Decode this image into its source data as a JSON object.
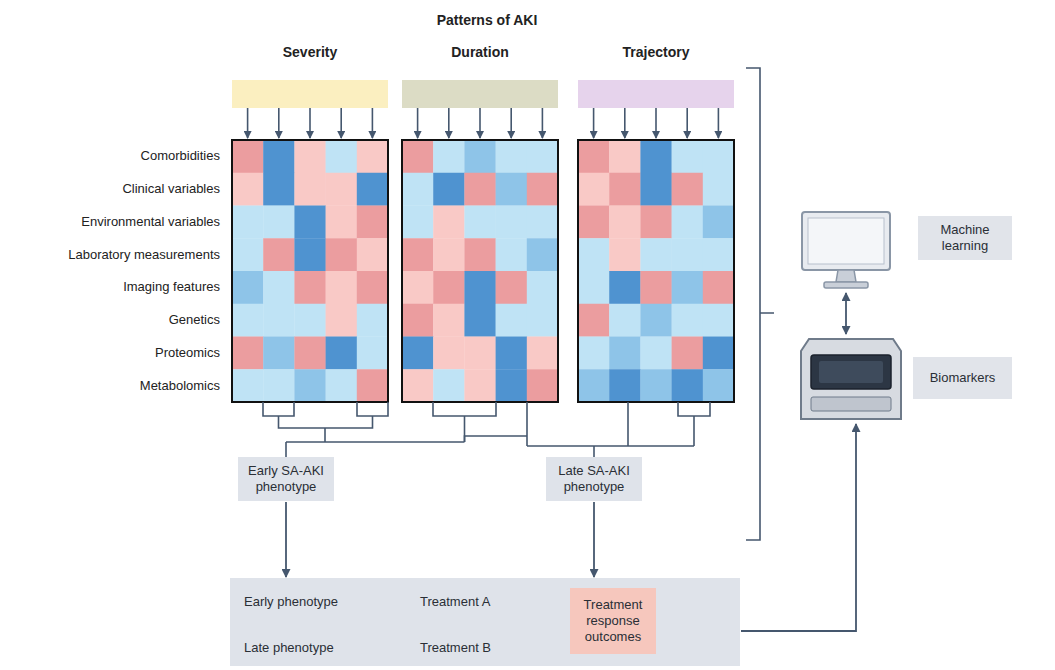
{
  "diagram": {
    "title": "Patterns of AKI",
    "nodes": [
      {
        "text": [
          "Early SA-AKI phenotype"
        ]
      },
      {
        "text": [
          "Late SA-AKI phenotype"
        ]
      },
      {
        "text": []
      },
      {
        "text": [
          "Early phenotype"
        ],
        "in": 2
      },
      {
        "text": [
          "Treatment A"
        ],
        "in": 2
      },
      {
        "text": [
          "Treatment response outcomes"
        ],
        "in": 2
      },
      {
        "text": [
          "Late phenotype"
        ],
        "in": 2
      },
      {
        "text": [
          "Treatment B"
        ],
        "in": 2
      },
      {
        "text": [
          "Machine learning"
        ]
      },
      {
        "text": [
          "Biomarkers"
        ]
      }
    ],
    "edges": [
      {
        "from": 0,
        "to": 2,
        "arrow": "to"
      },
      {
        "from": 1,
        "to": 2,
        "arrow": "to"
      },
      {
        "from": 3,
        "to": 4,
        "arrow": "to"
      },
      {
        "from": 4,
        "to": 5,
        "arrow": "to"
      },
      {
        "from": 6,
        "to": 7,
        "arrow": "to"
      },
      {
        "from": 7,
        "to": 5,
        "arrow": "to"
      },
      {
        "from": 8,
        "to": 9,
        "arrow": "both"
      },
      {
        "from": 2,
        "to": 9,
        "arrow": "to"
      }
    ],
    "labels": [
      "Severity",
      "Duration",
      "Trajectory",
      "Comorbidities",
      "Clinical variables",
      "Environmental variables",
      "Laboratory measurements",
      "Imaging features",
      "Genetics",
      "Proteomics",
      "Metabolomics"
    ]
  }
}
